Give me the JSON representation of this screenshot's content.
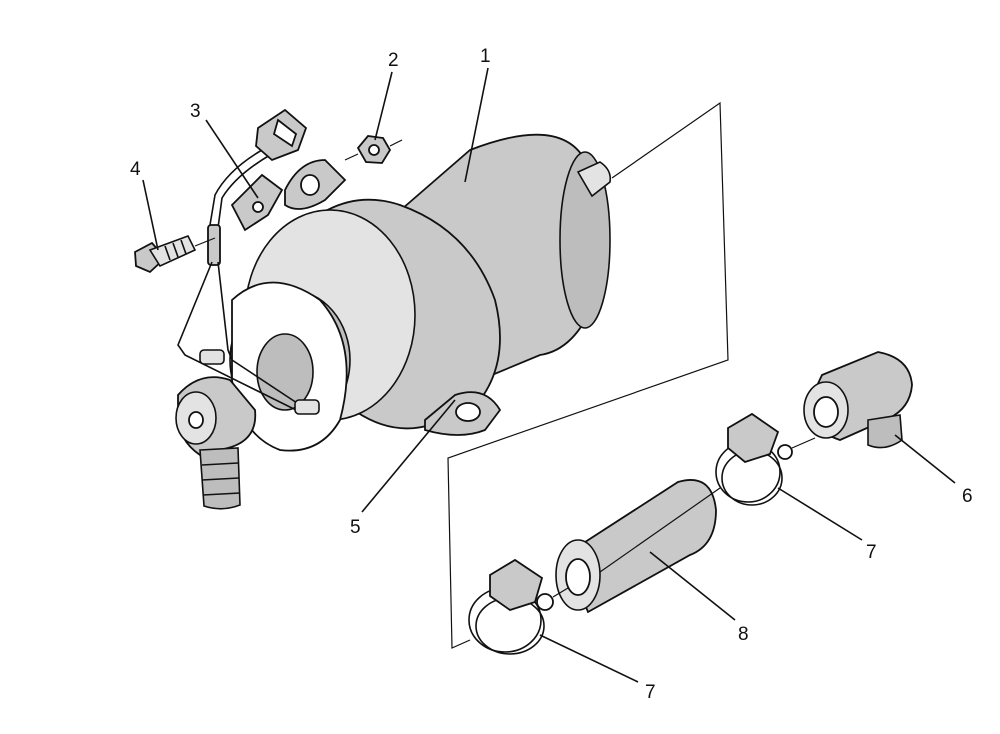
{
  "callouts": [
    {
      "id": "c1",
      "text": "1"
    },
    {
      "id": "c2",
      "text": "2"
    },
    {
      "id": "c3",
      "text": "3"
    },
    {
      "id": "c4",
      "text": "4"
    },
    {
      "id": "c5",
      "text": "5"
    },
    {
      "id": "c6",
      "text": "6"
    },
    {
      "id": "c7a",
      "text": "7"
    },
    {
      "id": "c7b",
      "text": "7"
    },
    {
      "id": "c8",
      "text": "8"
    }
  ]
}
